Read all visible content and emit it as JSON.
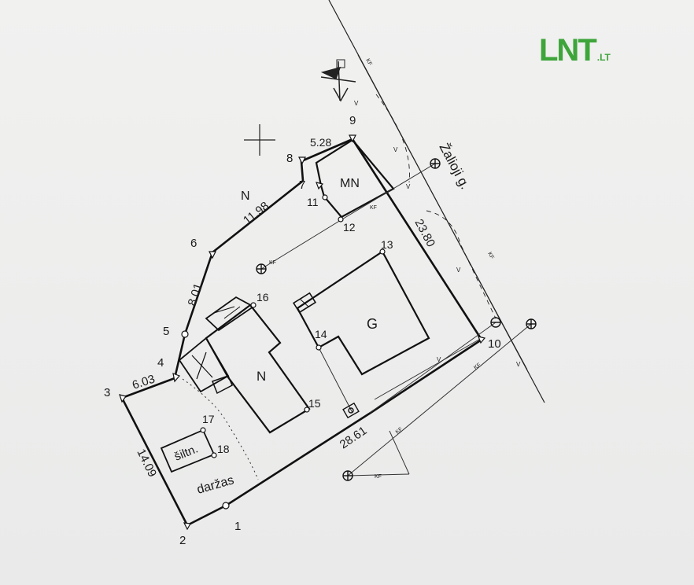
{
  "logo": {
    "main": "LNT",
    "suffix": ".LT",
    "color": "#3ea53a"
  },
  "street": {
    "name": "Žalioji g."
  },
  "buildings": {
    "mn": "MN",
    "house": "N",
    "garage": "G",
    "shed": "šiltn."
  },
  "labels": {
    "north_side": "N",
    "garden": "daržas",
    "sewer_tag": "KF",
    "water_tag": "V"
  },
  "dimensions": {
    "d_9_8": "5.28",
    "d_7_6": "11.98",
    "d_6_4": "8.01",
    "d_4_3": "6.03",
    "d_3_2": "14.09",
    "d_1_10": "28.61",
    "d_9_10": "23.80"
  },
  "points": {
    "p1": "1",
    "p2": "2",
    "p3": "3",
    "p4": "4",
    "p5": "5",
    "p6": "6",
    "p7": "7",
    "p8": "8",
    "p9": "9",
    "p10": "10",
    "p11": "11",
    "p12": "12",
    "p13": "13",
    "p14": "14",
    "p15": "15",
    "p16": "16",
    "p17": "17",
    "p18": "18"
  }
}
